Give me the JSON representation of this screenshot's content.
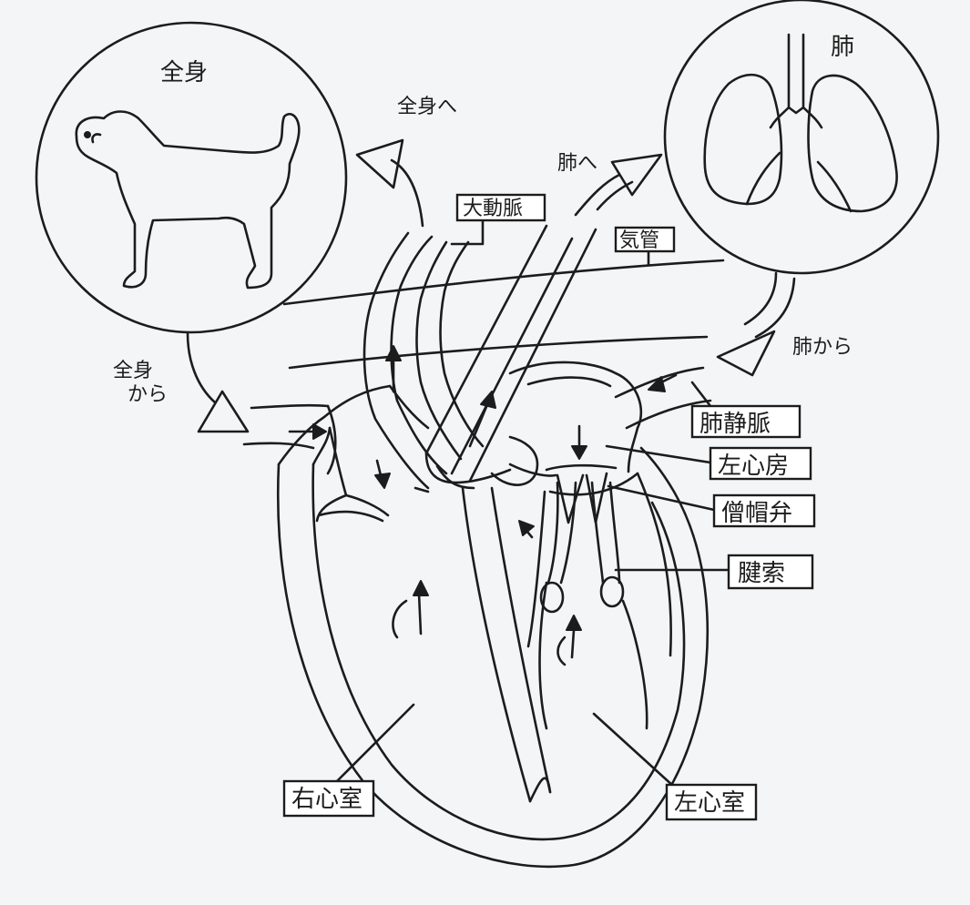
{
  "labels": {
    "whole_body": "全身",
    "lung": "肺",
    "to_whole_body": "全身へ",
    "to_lung": "肺へ",
    "from_lung": "肺から",
    "from_whole_body_1": "全身",
    "from_whole_body_2": "から",
    "aorta": "大動脈",
    "trachea": "気管",
    "pulmonary_vein": "肺静脈",
    "left_atrium": "左心房",
    "mitral_valve": "僧帽弁",
    "chordae_tendineae": "腱索",
    "right_ventricle": "右心室",
    "left_ventricle": "左心室"
  }
}
